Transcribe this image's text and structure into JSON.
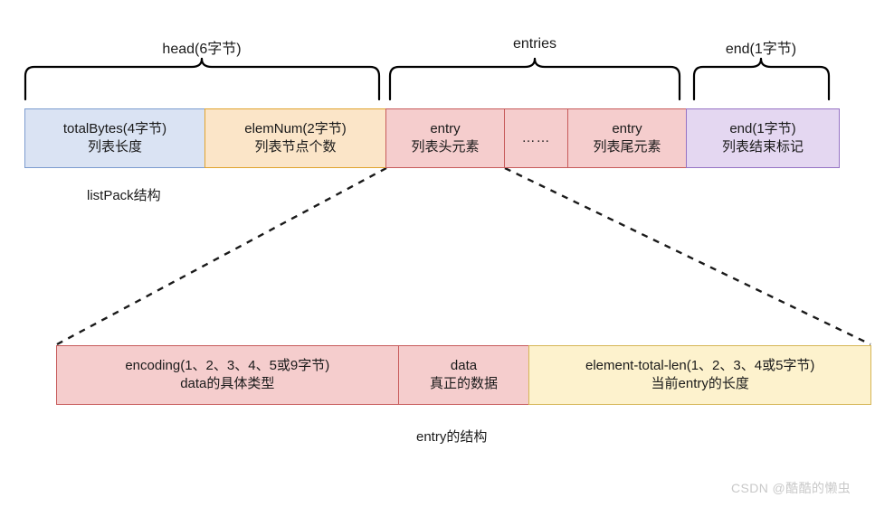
{
  "diagram": {
    "title_top": "listPack结构",
    "title_bottom": "entry的结构",
    "braces": [
      {
        "name": "head",
        "label": "head(6字节)"
      },
      {
        "name": "entries",
        "label": "entries"
      },
      {
        "name": "end",
        "label": "end(1字节)"
      }
    ],
    "listpack_row": [
      {
        "name": "totalbytes",
        "line1": "totalBytes(4字节)",
        "line2": "列表长度",
        "color": "#dae3f3",
        "border": "#7c9ccf"
      },
      {
        "name": "elemnum",
        "line1": "elemNum(2字节)",
        "line2": "列表节点个数",
        "color": "#fbe5c8",
        "border": "#e0a32e"
      },
      {
        "name": "entry-head",
        "line1": "entry",
        "line2": "列表头元素",
        "color": "#f5cdcd",
        "border": "#c75b5b"
      },
      {
        "name": "entry-ellipsis",
        "line1": "……",
        "line2": "",
        "color": "#f5cdcd",
        "border": "#c75b5b"
      },
      {
        "name": "entry-tail",
        "line1": "entry",
        "line2": "列表尾元素",
        "color": "#f5cdcd",
        "border": "#c75b5b"
      },
      {
        "name": "end",
        "line1": "end(1字节)",
        "line2": "列表结束标记",
        "color": "#e4d7f1",
        "border": "#9673c4"
      }
    ],
    "entry_row": [
      {
        "name": "encoding",
        "line1": "encoding(1、2、3、4、5或9字节)",
        "line2": "data的具体类型",
        "color": "#f5cdcd",
        "border": "#c75b5b"
      },
      {
        "name": "data",
        "line1": "data",
        "line2": "真正的数据",
        "color": "#f5cdcd",
        "border": "#c75b5b"
      },
      {
        "name": "element-total-len",
        "line1": "element-total-len(1、2、3、4或5字节)",
        "line2": "当前entry的长度",
        "color": "#fdf2cd",
        "border": "#d6b656"
      }
    ],
    "watermark": "CSDN @酷酷的懒虫"
  }
}
